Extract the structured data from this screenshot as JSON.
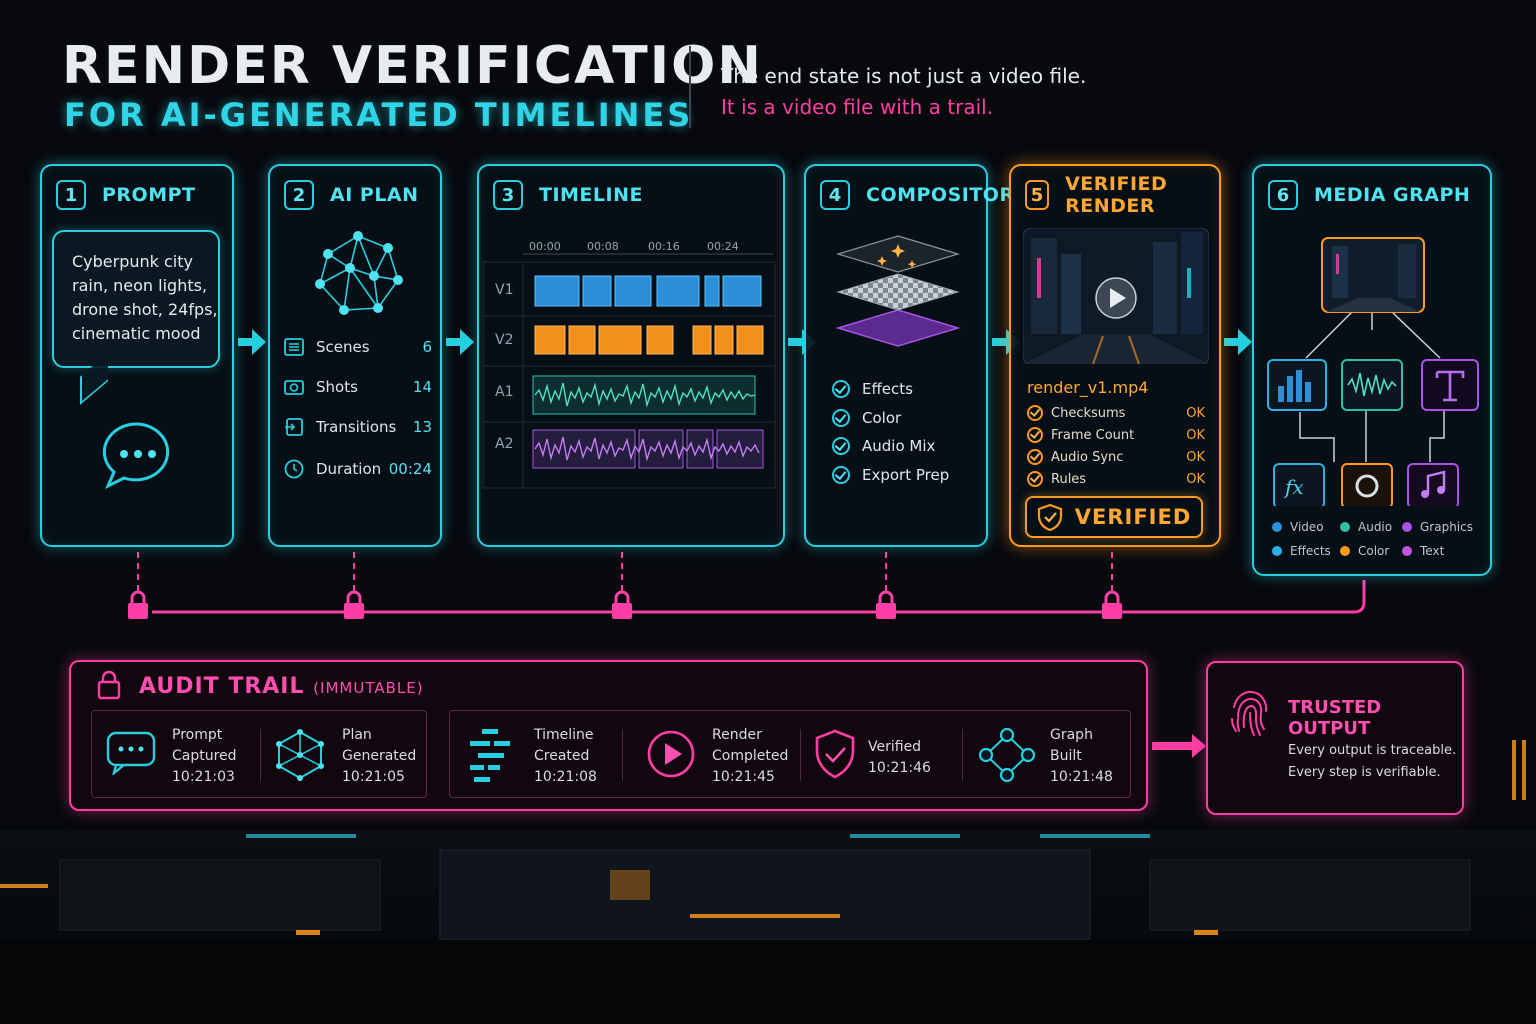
{
  "header": {
    "title": "RENDER VERIFICATION",
    "subtitle": "FOR AI-GENERATED TIMELINES",
    "tagline_1": "The end state is not just a video file.",
    "tagline_2": "It is a video file with a trail."
  },
  "colors": {
    "cyan": "#27cfe0",
    "orange": "#ff9a1f",
    "pink": "#ff3ea5",
    "purple": "#a653e6",
    "teal": "#2fbfa8",
    "blue": "#2c8fd8"
  },
  "steps": [
    {
      "num": "1",
      "title": "PROMPT",
      "prompt_lines": [
        "Cyberpunk city",
        "rain, neon lights,",
        "drone shot, 24fps,",
        "cinematic mood"
      ],
      "icon": "chat-bubble-icon"
    },
    {
      "num": "2",
      "title": "AI PLAN",
      "icon": "neural-network-icon",
      "stats": [
        {
          "label": "Scenes",
          "value": "6",
          "icon": "list-icon"
        },
        {
          "label": "Shots",
          "value": "14",
          "icon": "camera-icon"
        },
        {
          "label": "Transitions",
          "value": "13",
          "icon": "transition-icon"
        },
        {
          "label": "Duration",
          "value": "00:24",
          "icon": "clock-icon"
        }
      ]
    },
    {
      "num": "3",
      "title": "TIMELINE",
      "timecodes": [
        "00:00",
        "00:08",
        "00:16",
        "00:24"
      ],
      "tracks": [
        "V1",
        "V2",
        "A1",
        "A2"
      ]
    },
    {
      "num": "4",
      "title": "COMPOSITOR",
      "icon": "layers-icon",
      "checks": [
        "Effects",
        "Color",
        "Audio Mix",
        "Export Prep"
      ]
    },
    {
      "num": "5",
      "title": "VERIFIED RENDER",
      "file": "render_v1.mp4",
      "checks": [
        {
          "label": "Checksums",
          "status": "OK"
        },
        {
          "label": "Frame Count",
          "status": "OK"
        },
        {
          "label": "Audio Sync",
          "status": "OK"
        },
        {
          "label": "Rules",
          "status": "OK"
        }
      ],
      "badge": "VERIFIED"
    },
    {
      "num": "6",
      "title": "MEDIA GRAPH",
      "legend": [
        {
          "label": "Video",
          "color": "#2c8fd8"
        },
        {
          "label": "Audio",
          "color": "#2fbfa8"
        },
        {
          "label": "Graphics",
          "color": "#a653e6"
        },
        {
          "label": "Effects",
          "color": "#2cb0e8"
        },
        {
          "label": "Color",
          "color": "#ff9a1f"
        },
        {
          "label": "Text",
          "color": "#c452e0"
        }
      ]
    }
  ],
  "audit": {
    "title": "AUDIT TRAIL",
    "qualifier": "(IMMUTABLE)",
    "events": [
      {
        "lines": [
          "Prompt",
          "Captured",
          "10:21:03"
        ],
        "icon": "chat-bubble-icon"
      },
      {
        "lines": [
          "Plan",
          "Generated",
          "10:21:05"
        ],
        "icon": "network-cube-icon"
      },
      {
        "lines": [
          "Timeline",
          "Created",
          "10:21:08"
        ],
        "icon": "timeline-bars-icon"
      },
      {
        "lines": [
          "Render",
          "Completed",
          "10:21:45"
        ],
        "icon": "play-circle-icon"
      },
      {
        "lines": [
          "Verified",
          "10:21:46"
        ],
        "icon": "shield-check-icon"
      },
      {
        "lines": [
          "Graph",
          "Built",
          "10:21:48"
        ],
        "icon": "graph-nodes-icon"
      }
    ]
  },
  "trusted": {
    "title": "TRUSTED OUTPUT",
    "line_1": "Every output is traceable.",
    "line_2": "Every step is verifiable."
  }
}
